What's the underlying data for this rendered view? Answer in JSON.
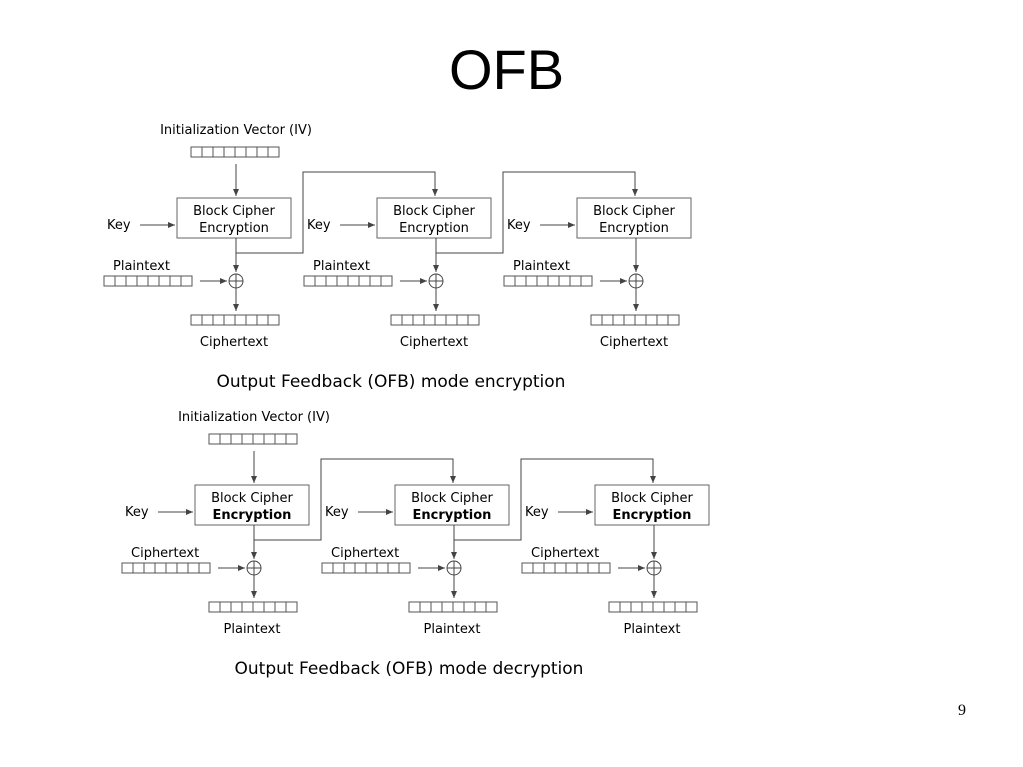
{
  "slide": {
    "title": "OFB",
    "page_number": "9"
  },
  "encryption": {
    "iv_label": "Initialization Vector (IV)",
    "caption": "Output Feedback (OFB) mode encryption",
    "stages": [
      {
        "key": "Key",
        "cipher_line1": "Block Cipher",
        "cipher_line2": "Encryption",
        "input": "Plaintext",
        "output": "Ciphertext"
      },
      {
        "key": "Key",
        "cipher_line1": "Block Cipher",
        "cipher_line2": "Encryption",
        "input": "Plaintext",
        "output": "Ciphertext"
      },
      {
        "key": "Key",
        "cipher_line1": "Block Cipher",
        "cipher_line2": "Encryption",
        "input": "Plaintext",
        "output": "Ciphertext"
      }
    ]
  },
  "decryption": {
    "iv_label": "Initialization Vector (IV)",
    "caption": "Output Feedback (OFB) mode decryption",
    "stages": [
      {
        "key": "Key",
        "cipher_line1": "Block Cipher",
        "cipher_line2": "Encryption",
        "input": "Ciphertext",
        "output": "Plaintext"
      },
      {
        "key": "Key",
        "cipher_line1": "Block Cipher",
        "cipher_line2": "Encryption",
        "input": "Ciphertext",
        "output": "Plaintext"
      },
      {
        "key": "Key",
        "cipher_line1": "Block Cipher",
        "cipher_line2": "Encryption",
        "input": "Ciphertext",
        "output": "Plaintext"
      }
    ]
  }
}
